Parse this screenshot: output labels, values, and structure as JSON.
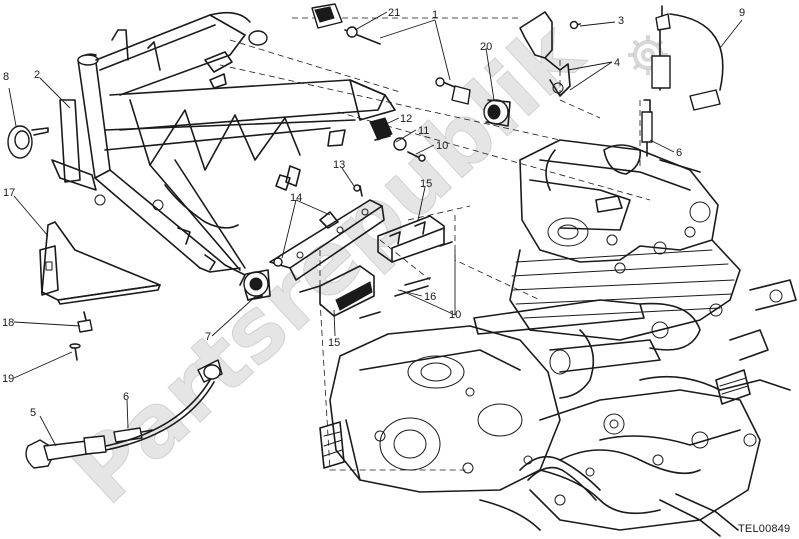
{
  "diagram": {
    "callouts": [
      {
        "id": "c1",
        "text": "1"
      },
      {
        "id": "c2",
        "text": "2"
      },
      {
        "id": "c3",
        "text": "3"
      },
      {
        "id": "c4",
        "text": "4"
      },
      {
        "id": "c5",
        "text": "5"
      },
      {
        "id": "c6a",
        "text": "6"
      },
      {
        "id": "c6b",
        "text": "6"
      },
      {
        "id": "c7",
        "text": "7"
      },
      {
        "id": "c8",
        "text": "8"
      },
      {
        "id": "c9",
        "text": "9"
      },
      {
        "id": "c10a",
        "text": "10"
      },
      {
        "id": "c10b",
        "text": "10"
      },
      {
        "id": "c11",
        "text": "11"
      },
      {
        "id": "c12",
        "text": "12"
      },
      {
        "id": "c13",
        "text": "13"
      },
      {
        "id": "c14",
        "text": "14"
      },
      {
        "id": "c15a",
        "text": "15"
      },
      {
        "id": "c15b",
        "text": "15"
      },
      {
        "id": "c16",
        "text": "16"
      },
      {
        "id": "c17",
        "text": "17"
      },
      {
        "id": "c18",
        "text": "18"
      },
      {
        "id": "c19",
        "text": "19"
      },
      {
        "id": "c20",
        "text": "20"
      },
      {
        "id": "c21",
        "text": "21"
      }
    ],
    "drawing_code": "TEL00849",
    "watermark": "Partsrepublik"
  }
}
